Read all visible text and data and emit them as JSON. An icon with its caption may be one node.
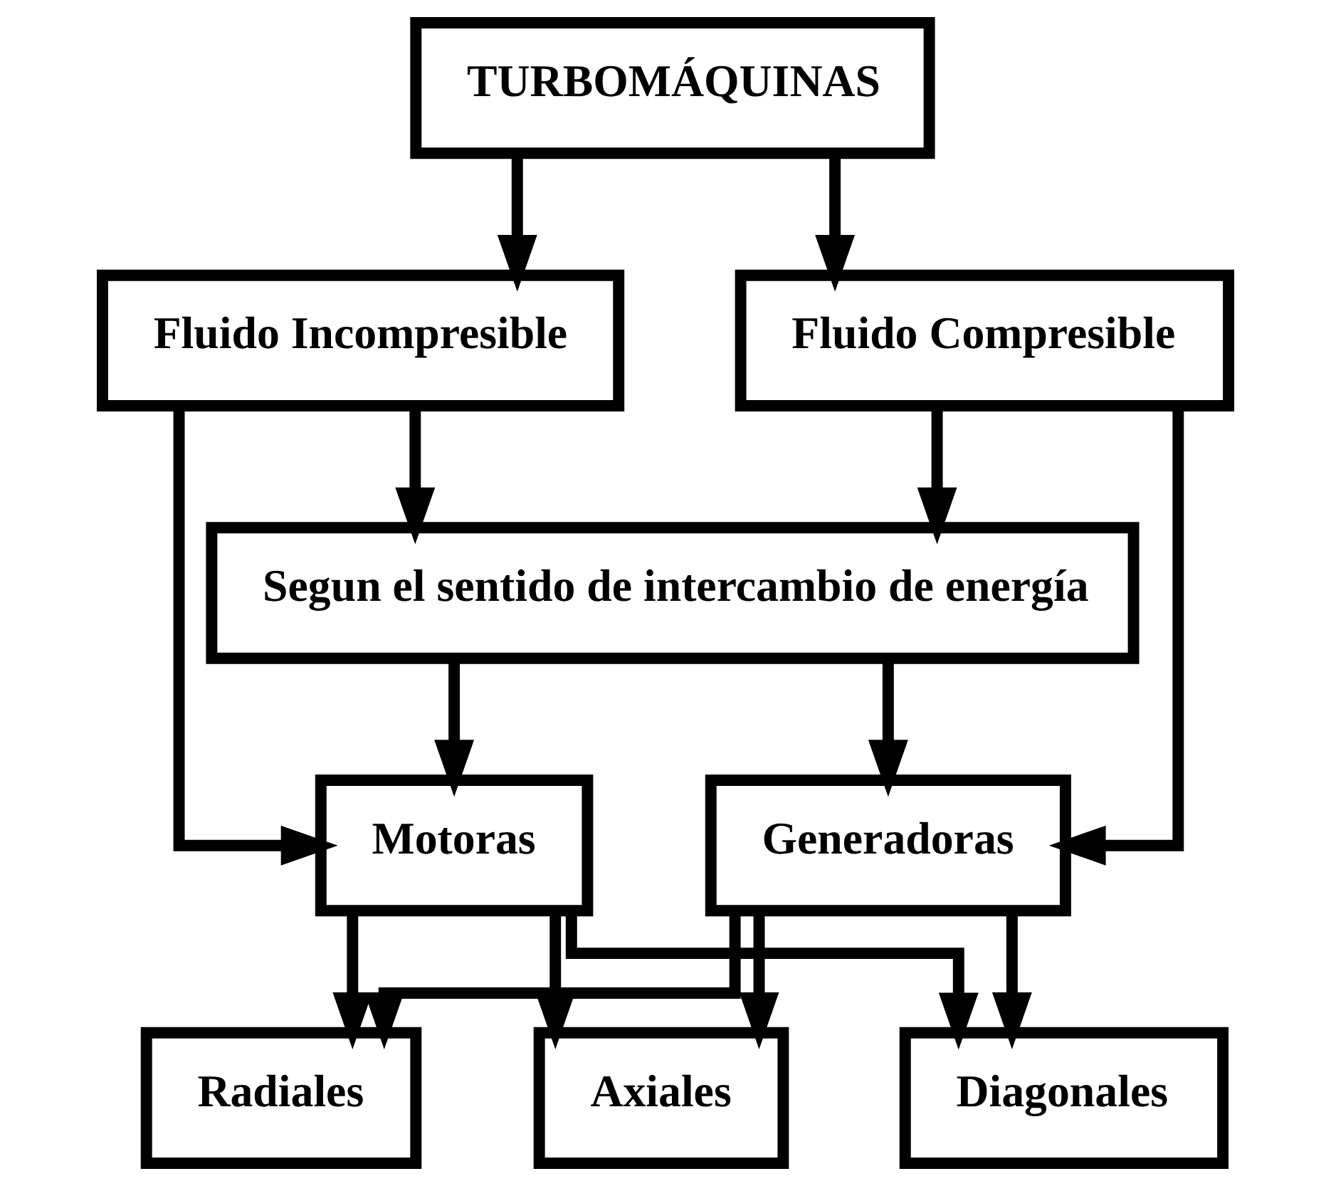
{
  "diagram": {
    "nodes": [
      {
        "text": [
          "TURBOMÁQUINAS"
        ]
      },
      {
        "text": [
          "Fluido Incompresible"
        ]
      },
      {
        "text": [
          "Fluido Compresible"
        ]
      },
      {
        "text": [
          "Segun el sentido de intercambio de energía"
        ]
      },
      {
        "text": [
          "Motoras"
        ]
      },
      {
        "text": [
          "Generadoras"
        ]
      },
      {
        "text": [
          "Radiales"
        ]
      },
      {
        "text": [
          "Axiales"
        ]
      },
      {
        "text": [
          "Diagonales"
        ]
      }
    ],
    "edges": [
      {
        "from": 0,
        "to": 1,
        "arrow": "to"
      },
      {
        "from": 0,
        "to": 2,
        "arrow": "to"
      },
      {
        "from": 1,
        "to": 3,
        "arrow": "to"
      },
      {
        "from": 2,
        "to": 3,
        "arrow": "to"
      },
      {
        "from": 1,
        "to": 4,
        "arrow": "to"
      },
      {
        "from": 2,
        "to": 5,
        "arrow": "to"
      },
      {
        "from": 3,
        "to": 4,
        "arrow": "to"
      },
      {
        "from": 3,
        "to": 5,
        "arrow": "to"
      },
      {
        "from": 4,
        "to": 6,
        "arrow": "to"
      },
      {
        "from": 4,
        "to": 7,
        "arrow": "to"
      },
      {
        "from": 4,
        "to": 8,
        "arrow": "to"
      },
      {
        "from": 5,
        "to": 6,
        "arrow": "to"
      },
      {
        "from": 5,
        "to": 7,
        "arrow": "to"
      },
      {
        "from": 5,
        "to": 8,
        "arrow": "to"
      }
    ]
  }
}
